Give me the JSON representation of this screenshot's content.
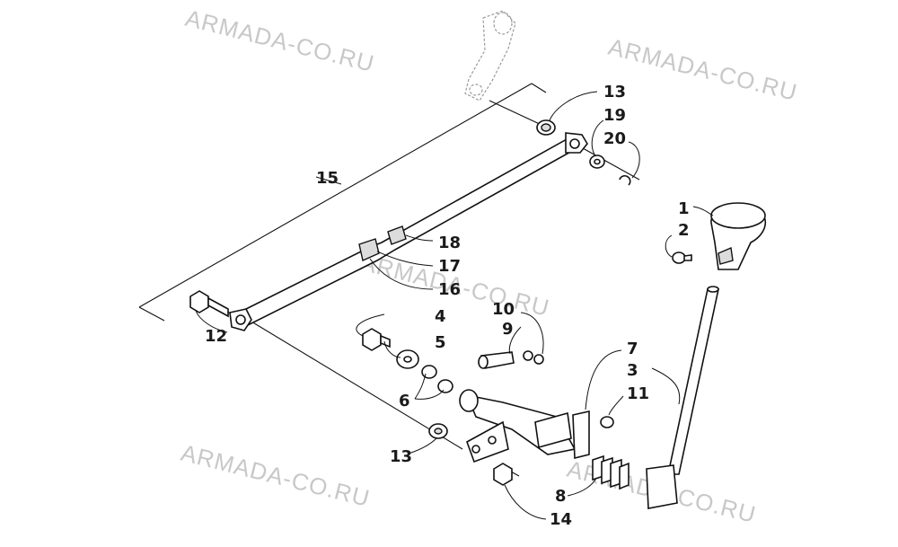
{
  "watermark": "ARMADA-CO.RU",
  "labels": {
    "p1": "1",
    "p2": "2",
    "p3": "3",
    "p4": "4",
    "p5": "5",
    "p6": "6",
    "p7": "7",
    "p8": "8",
    "p9": "9",
    "p10": "10",
    "p11": "11",
    "p12": "12",
    "p13a": "13",
    "p13b": "13",
    "p14": "14",
    "p15": "15",
    "p16": "16",
    "p17": "17",
    "p18": "18",
    "p19": "19",
    "p20": "20"
  }
}
